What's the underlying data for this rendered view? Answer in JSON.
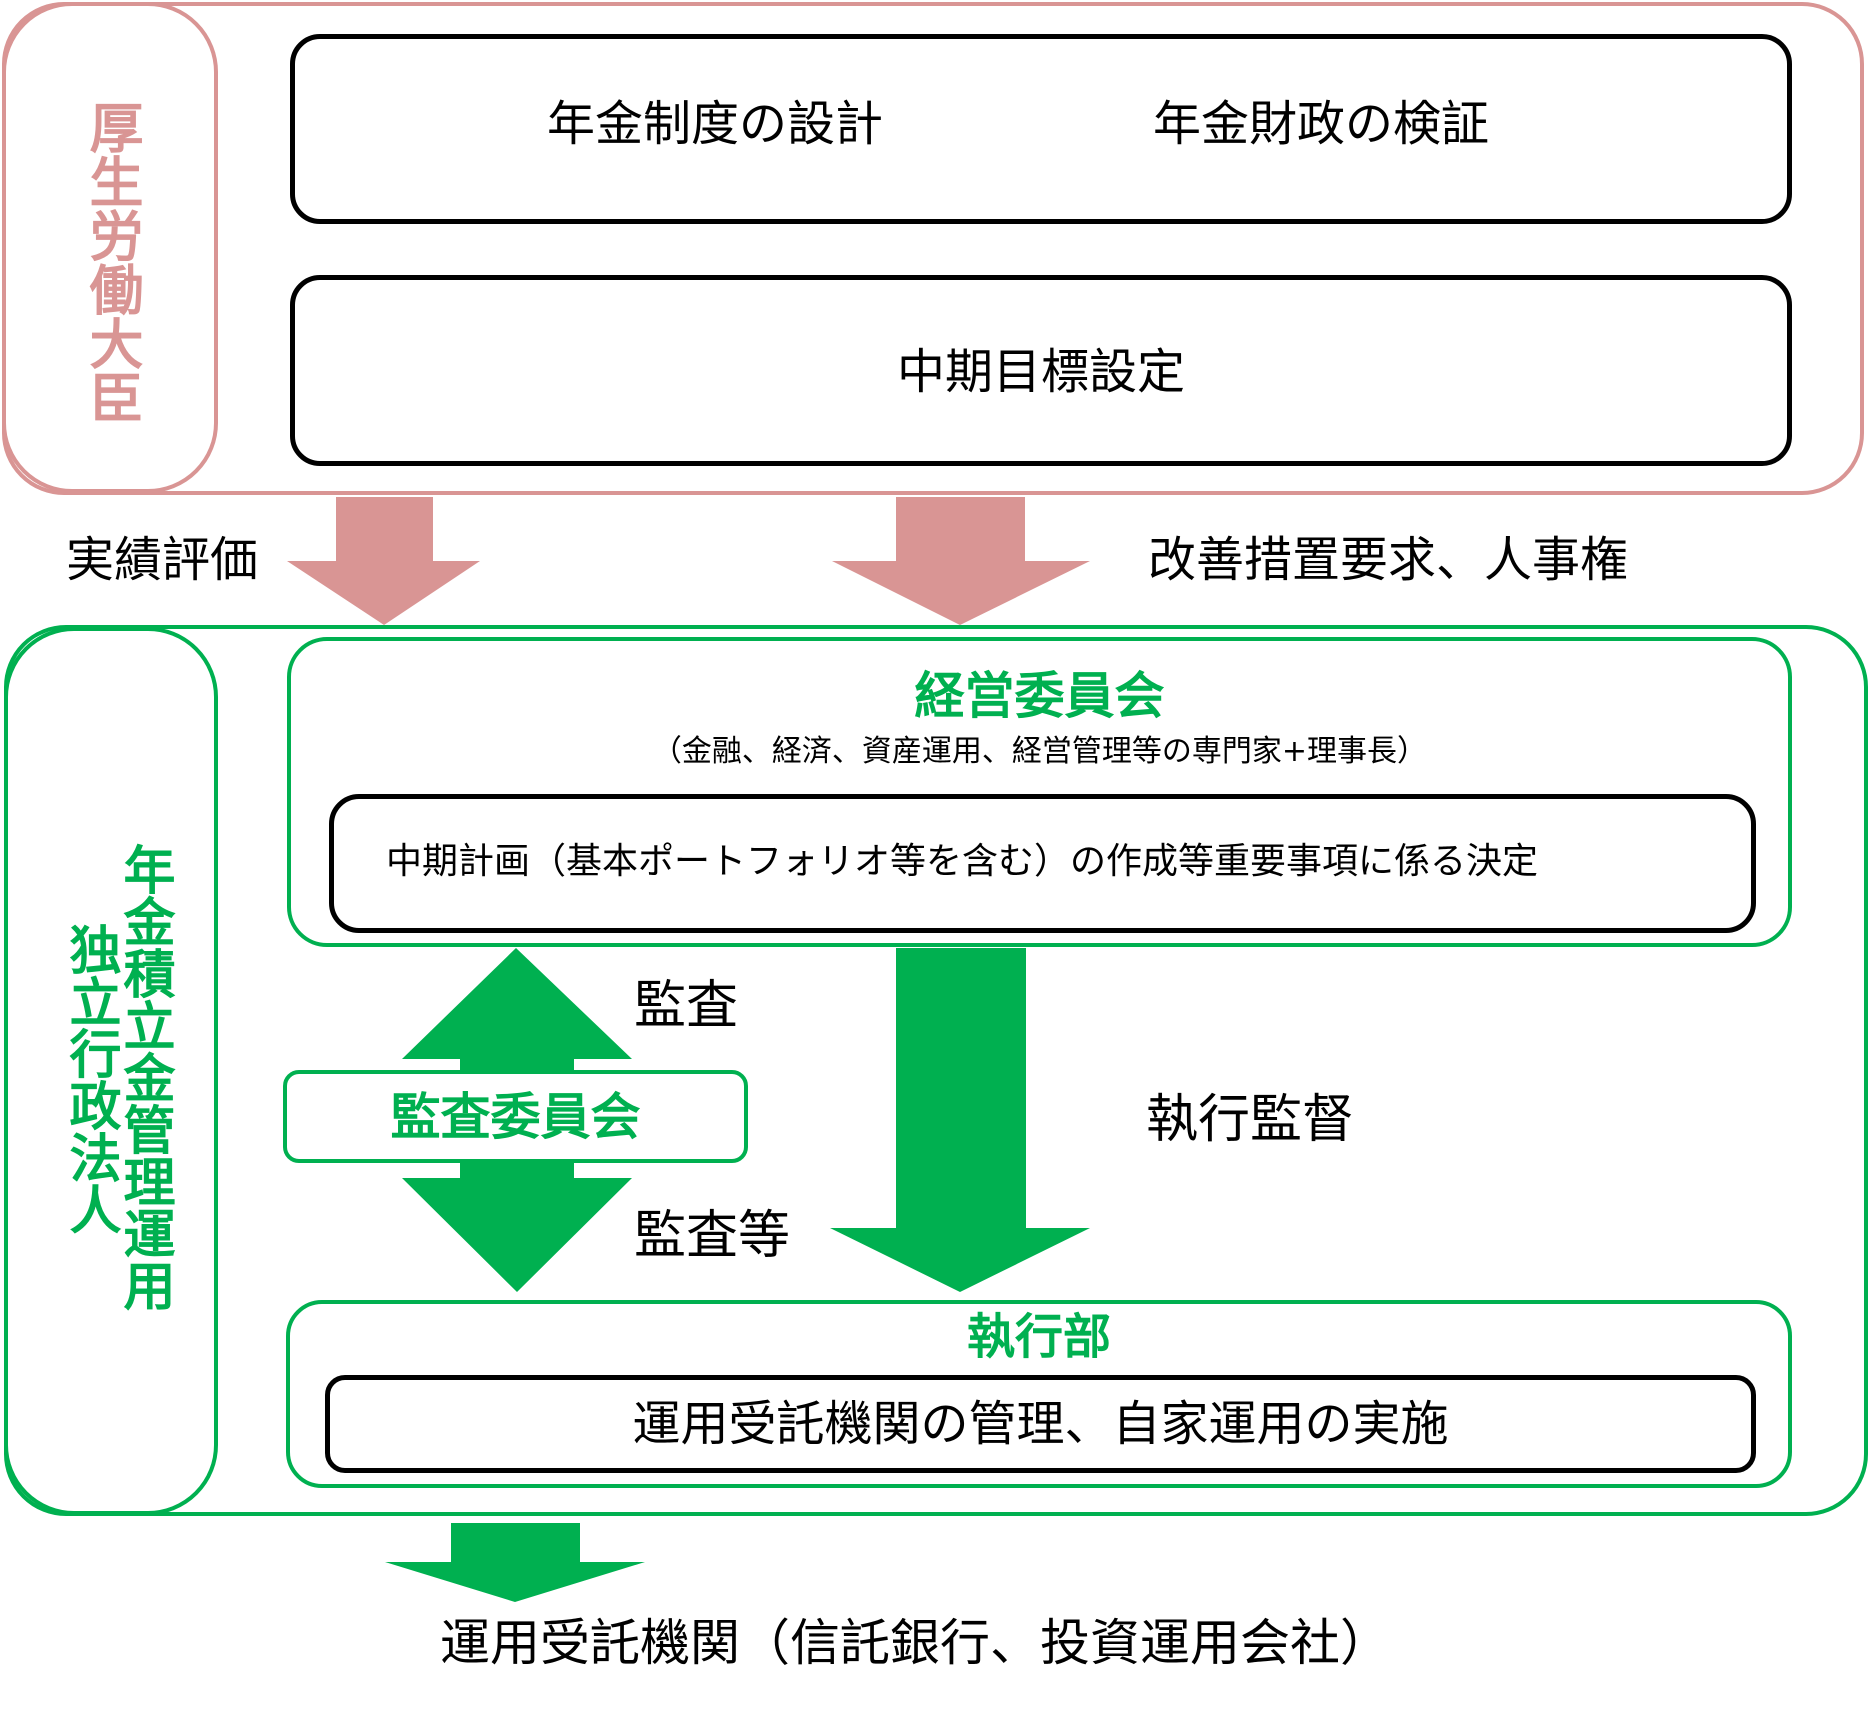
{
  "colors": {
    "ministry": "#D99594",
    "gpif": "#00B050",
    "box_border": "#000000"
  },
  "ministry": {
    "name": "厚生労働大臣",
    "box1": {
      "item_left": "年金制度の設計",
      "item_right": "年金財政の検証"
    },
    "box2": {
      "item": "中期目標設定"
    }
  },
  "ministry_to_gpif": {
    "left_label": "実績評価",
    "right_label": "改善措置要求、人事権"
  },
  "gpif": {
    "name_line1": "年金積立金管理運用",
    "name_line2": "独立行政法人",
    "board": {
      "title": "経営委員会",
      "members": "（金融、経済、資産運用、経営管理等の専門家+理事長）",
      "duty": "中期計画（基本ポートフォリオ等を含む）の作成等重要事項に係る決定"
    },
    "audit_committee": {
      "title": "監査委員会",
      "up_label": "監査",
      "down_label": "監査等"
    },
    "supervision_label": "執行監督",
    "executive": {
      "title": "執行部",
      "duty": "運用受託機関の管理、自家運用の実施"
    }
  },
  "external": {
    "label": "運用受託機関（信託銀行、投資運用会社）"
  }
}
